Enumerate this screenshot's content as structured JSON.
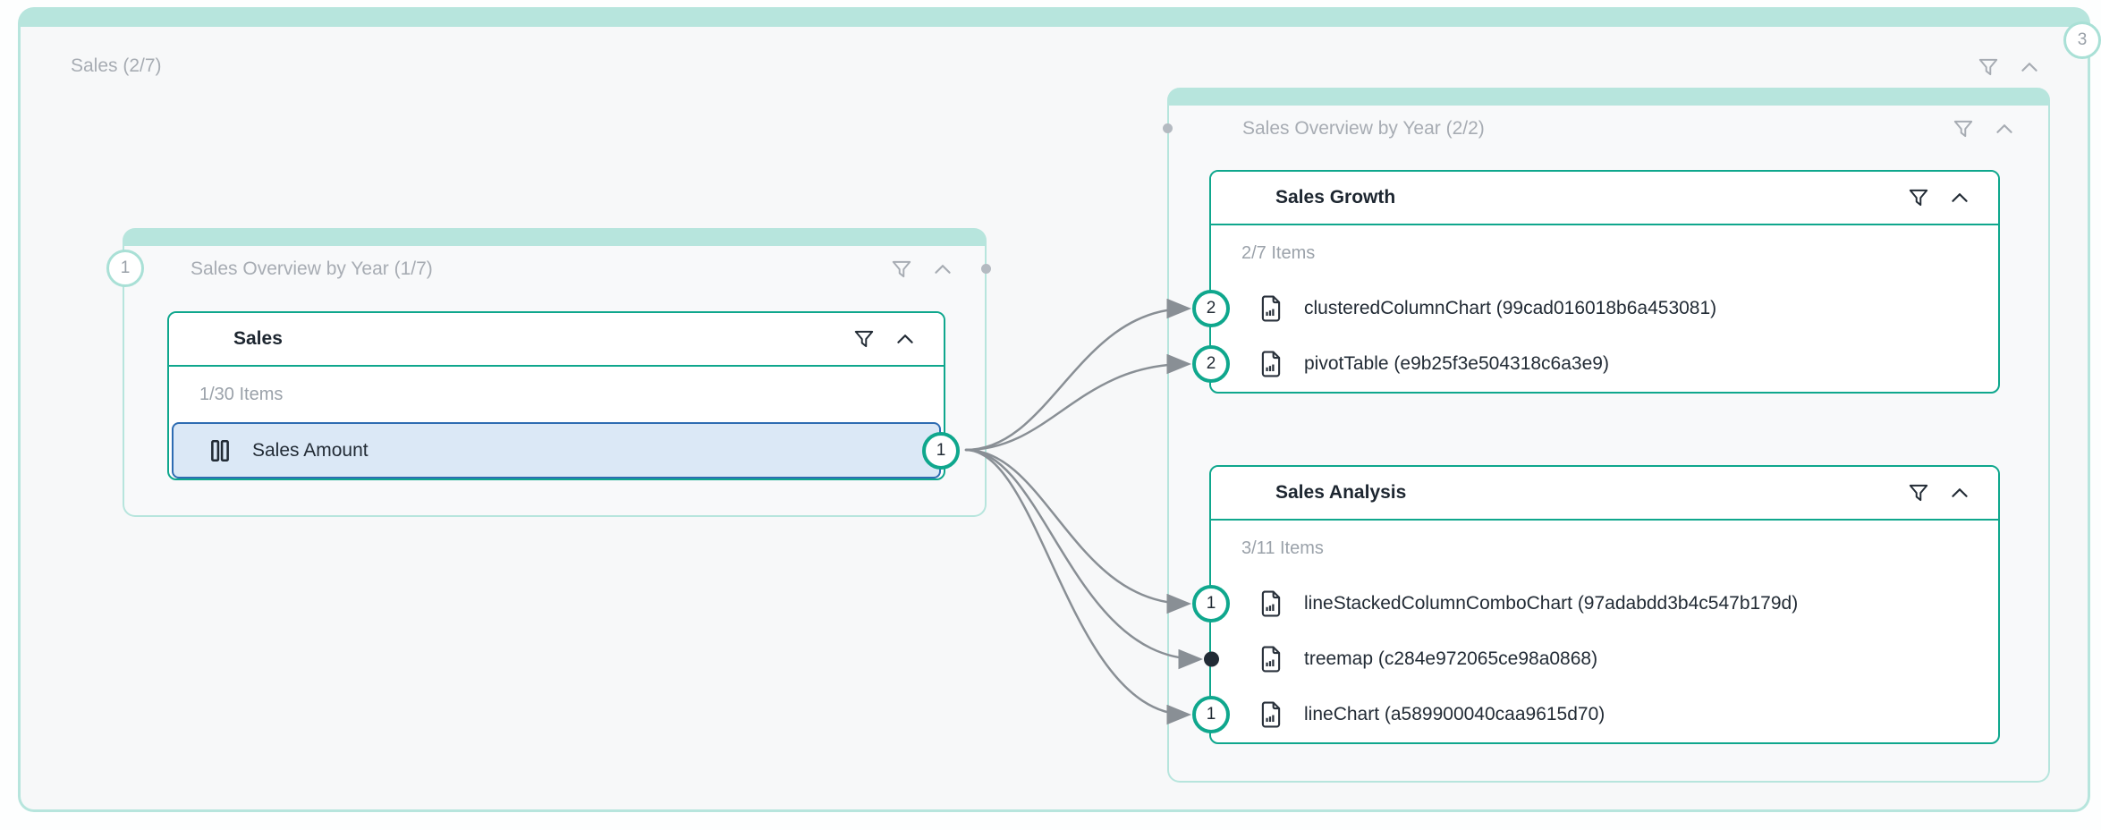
{
  "colors": {
    "frame_teal": "#b7e5dd",
    "accent_teal": "#0fa78d",
    "selected_border_blue": "#2e6cb2",
    "selected_fill_blue": "#dbe8f6",
    "arrow_gray": "#898f95",
    "title_gray": "#a7acb3"
  },
  "root": {
    "title": "Sales (2/7)",
    "badge": "3"
  },
  "left_panel": {
    "title": "Sales Overview by Year (1/7)",
    "badge": "1",
    "table": {
      "title": "Sales",
      "count": "1/30 Items",
      "rows": [
        {
          "label": "Sales Amount",
          "badge": "1"
        }
      ]
    }
  },
  "right_panel": {
    "title": "Sales Overview by Year (2/2)",
    "sections": [
      {
        "title": "Sales Growth",
        "count": "2/7 Items",
        "rows": [
          {
            "label": "clusteredColumnChart (99cad016018b6a453081)",
            "badge": "2"
          },
          {
            "label": "pivotTable (e9b25f3e504318c6a3e9)",
            "badge": "2"
          }
        ]
      },
      {
        "title": "Sales Analysis",
        "count": "3/11 Items",
        "rows": [
          {
            "label": "lineStackedColumnComboChart (97adabdd3b4c547b179d)",
            "badge": "1"
          },
          {
            "label": "treemap (c284e972065ce98a0868)",
            "badge": "dot"
          },
          {
            "label": "lineChart (a589900040caa9615d70)",
            "badge": "1"
          }
        ]
      }
    ]
  },
  "edges": {
    "source": "Sales Amount",
    "targets": [
      "clusteredColumnChart (99cad016018b6a453081)",
      "pivotTable (e9b25f3e504318c6a3e9)",
      "lineStackedColumnComboChart (97adabdd3b4c547b179d)",
      "treemap (c284e972065ce98a0868)",
      "lineChart (a589900040caa9615d70)"
    ]
  }
}
